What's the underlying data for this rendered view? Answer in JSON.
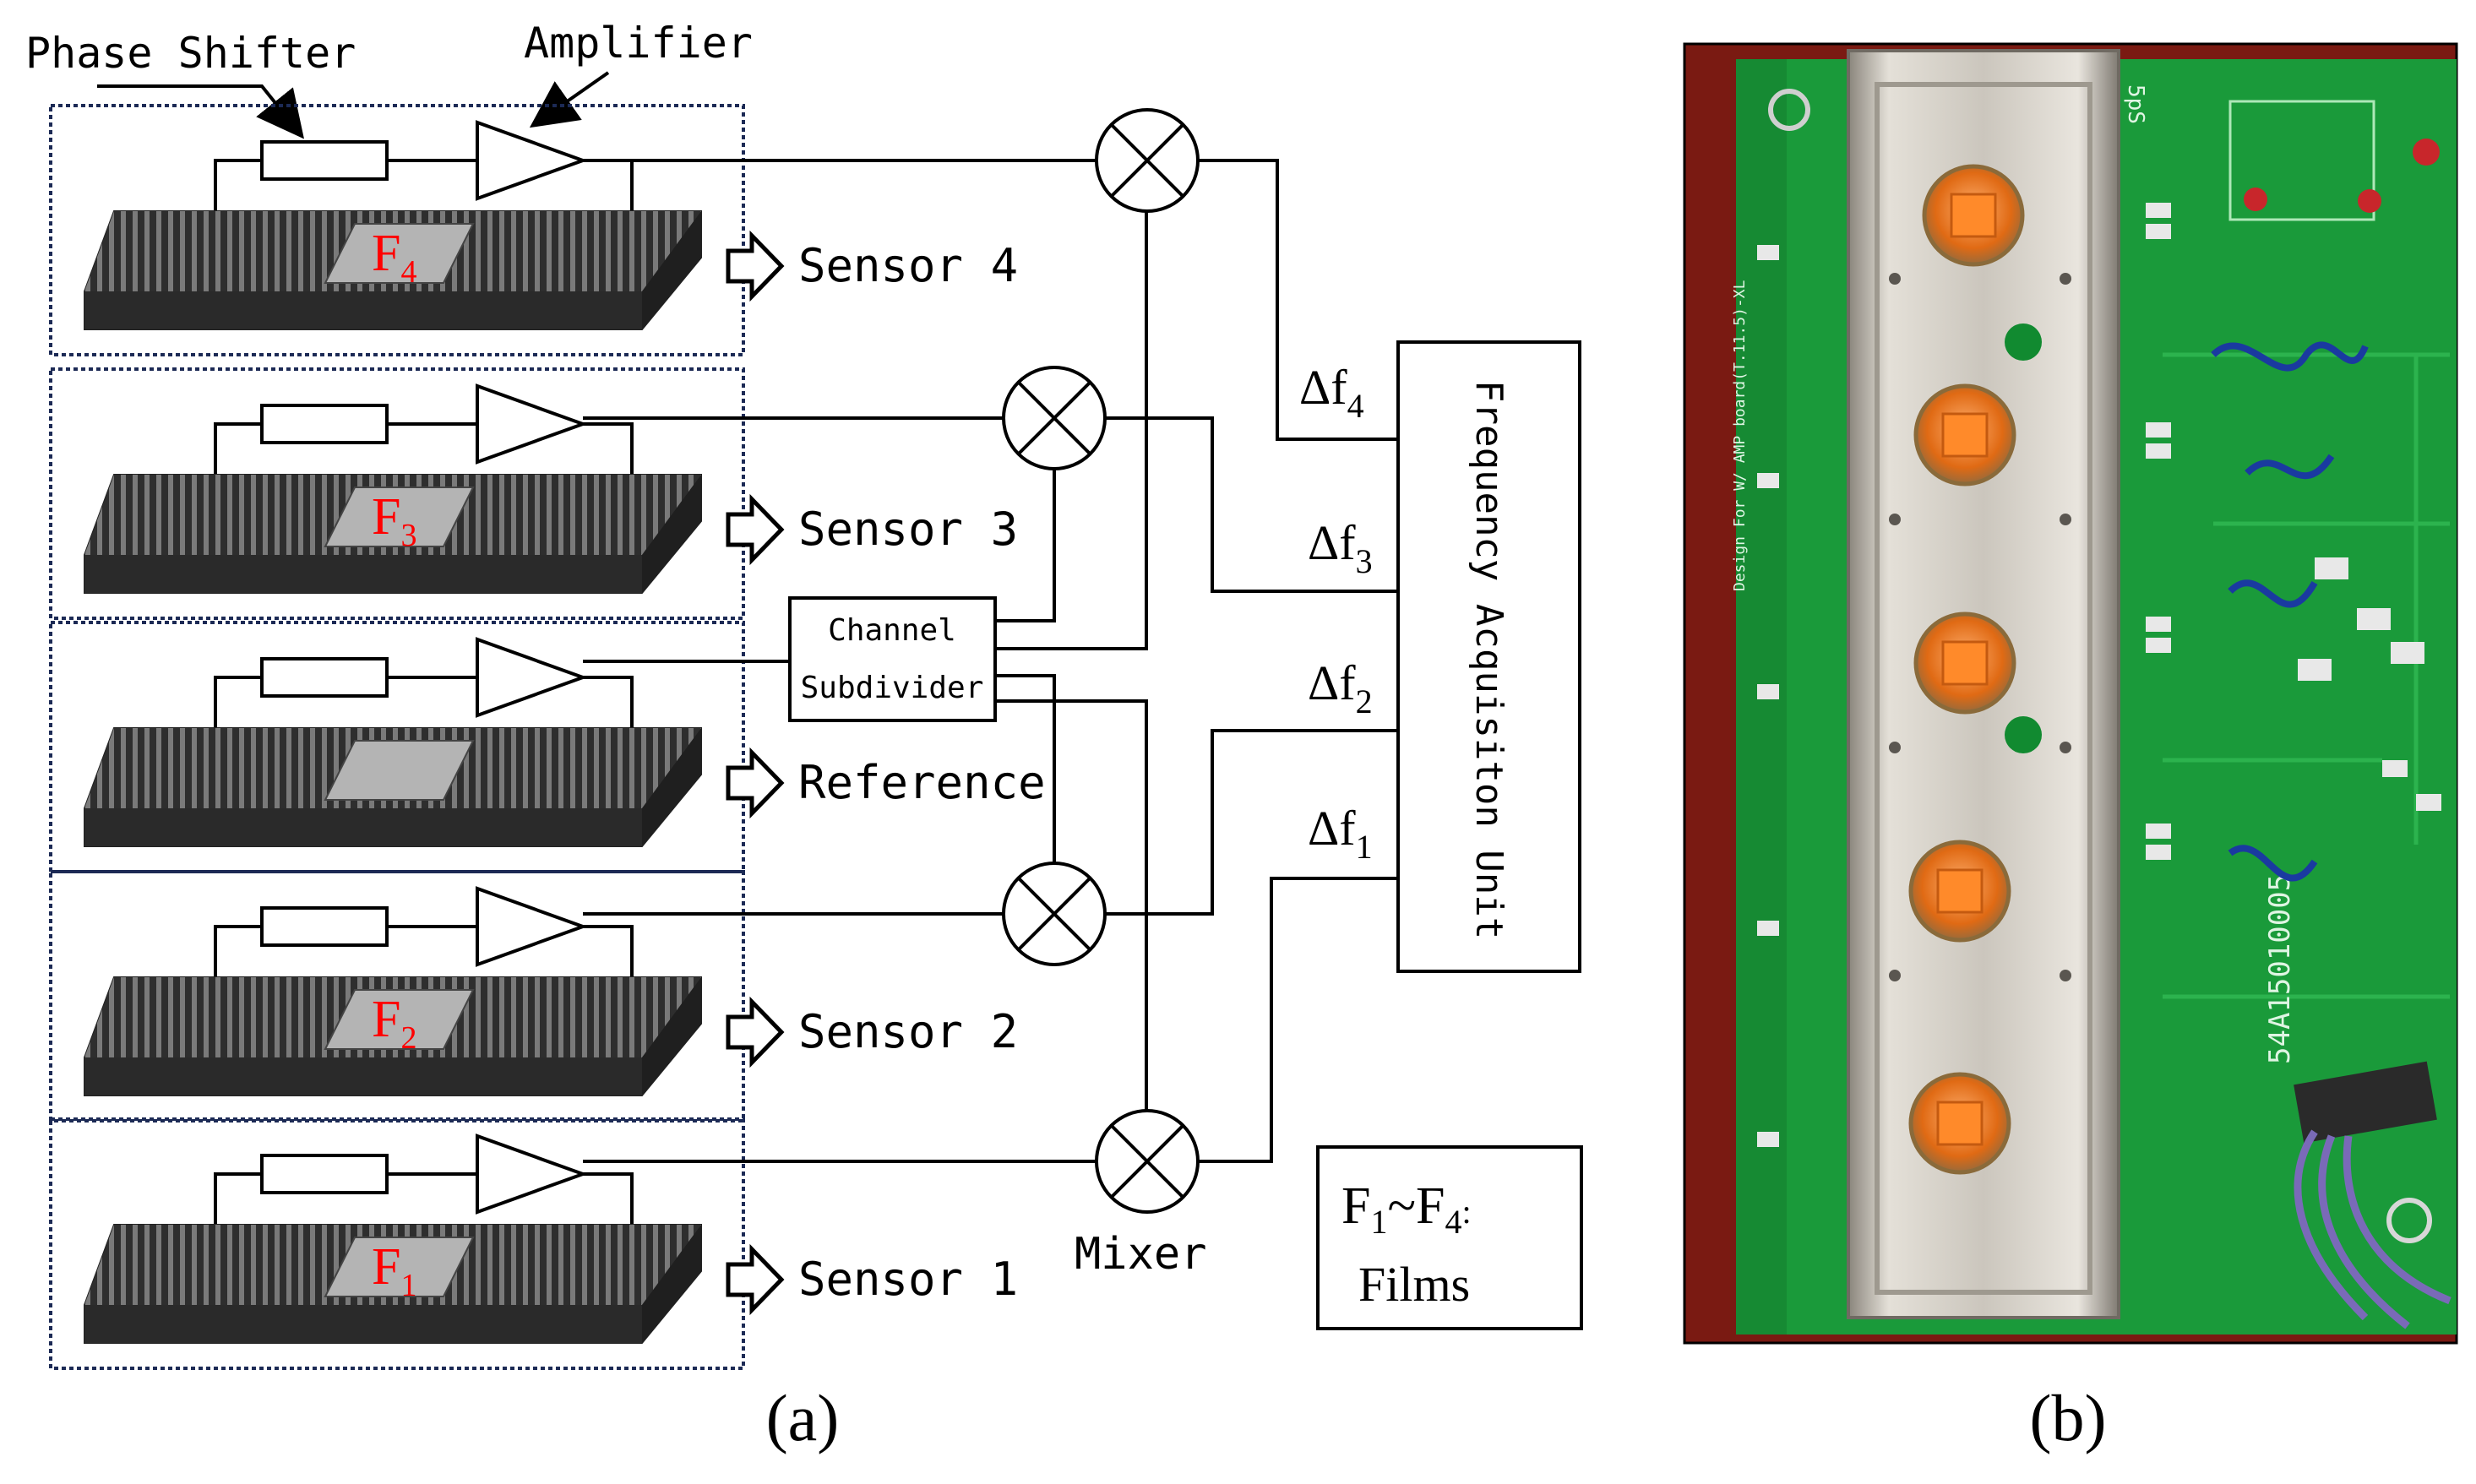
{
  "diagram": {
    "labels": {
      "phase_shifter": "Phase Shifter",
      "amplifier": "Amplifier",
      "mixer": "Mixer",
      "channel_subdivider_line1": "Channel",
      "channel_subdivider_line2": "Subdivider",
      "frequency_unit": "Frequency Acquisiton Unit",
      "films_legend_symbol_a": "F",
      "films_legend_sub_a": "1",
      "films_legend_tilde": "~",
      "films_legend_symbol_b": "F",
      "films_legend_sub_b": "4",
      "films_legend_colon": ":",
      "films_legend_text": "Films"
    },
    "channels": [
      {
        "label": "Sensor 4",
        "film": "F",
        "film_sub": "4",
        "delta": "Δf",
        "delta_sub": "4"
      },
      {
        "label": "Sensor 3",
        "film": "F",
        "film_sub": "3",
        "delta": "Δf",
        "delta_sub": "3"
      },
      {
        "label": "Reference",
        "film": "",
        "film_sub": "",
        "delta": "",
        "delta_sub": ""
      },
      {
        "label": "Sensor 2",
        "film": "F",
        "film_sub": "2",
        "delta": "Δf",
        "delta_sub": "2"
      },
      {
        "label": "Sensor 1",
        "film": "F",
        "film_sub": "1",
        "delta": "Δf",
        "delta_sub": "1"
      }
    ],
    "captions": {
      "a": "(a)",
      "b": "(b)"
    },
    "photo_marks": {
      "silk_a": "5pS",
      "silk_b": "54A15010005",
      "silk_c": "Design For W/ AMP board(T.11.5)-XL"
    },
    "colors": {
      "line": "#000000",
      "film_label": "#ff0000",
      "device_body": "#3d3d3d",
      "film_pad": "#b4b4b4",
      "pcb_green": "#1a9a3a",
      "housing": "#c9c4bb"
    }
  }
}
